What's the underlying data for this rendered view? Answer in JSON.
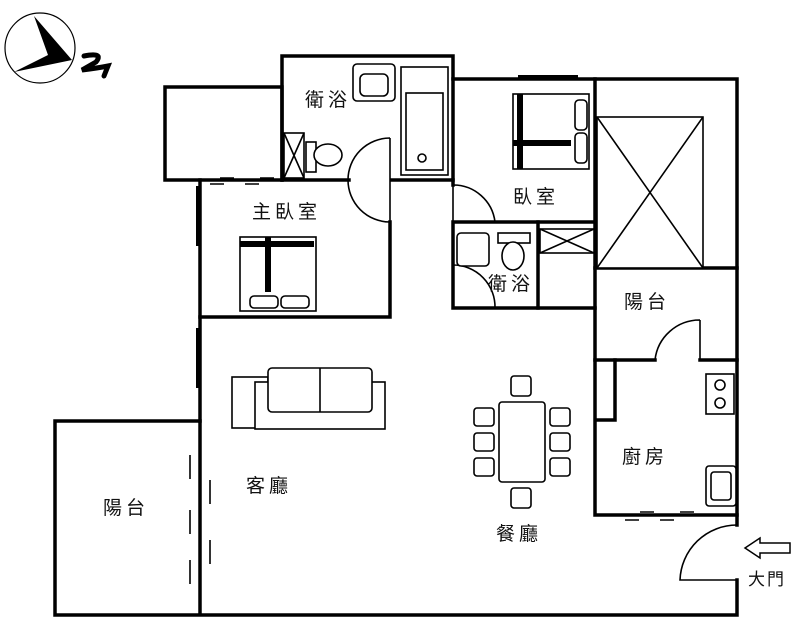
{
  "compass": {
    "north_label": "N"
  },
  "rooms": {
    "master_bath": "衛浴",
    "master_bedroom": "主臥室",
    "bedroom": "臥室",
    "bath": "衛浴",
    "balcony_rear": "陽台",
    "kitchen": "廚房",
    "living_room": "客廳",
    "dining_room": "餐廳",
    "balcony_front": "陽台"
  },
  "entrance": {
    "label": "大門"
  }
}
